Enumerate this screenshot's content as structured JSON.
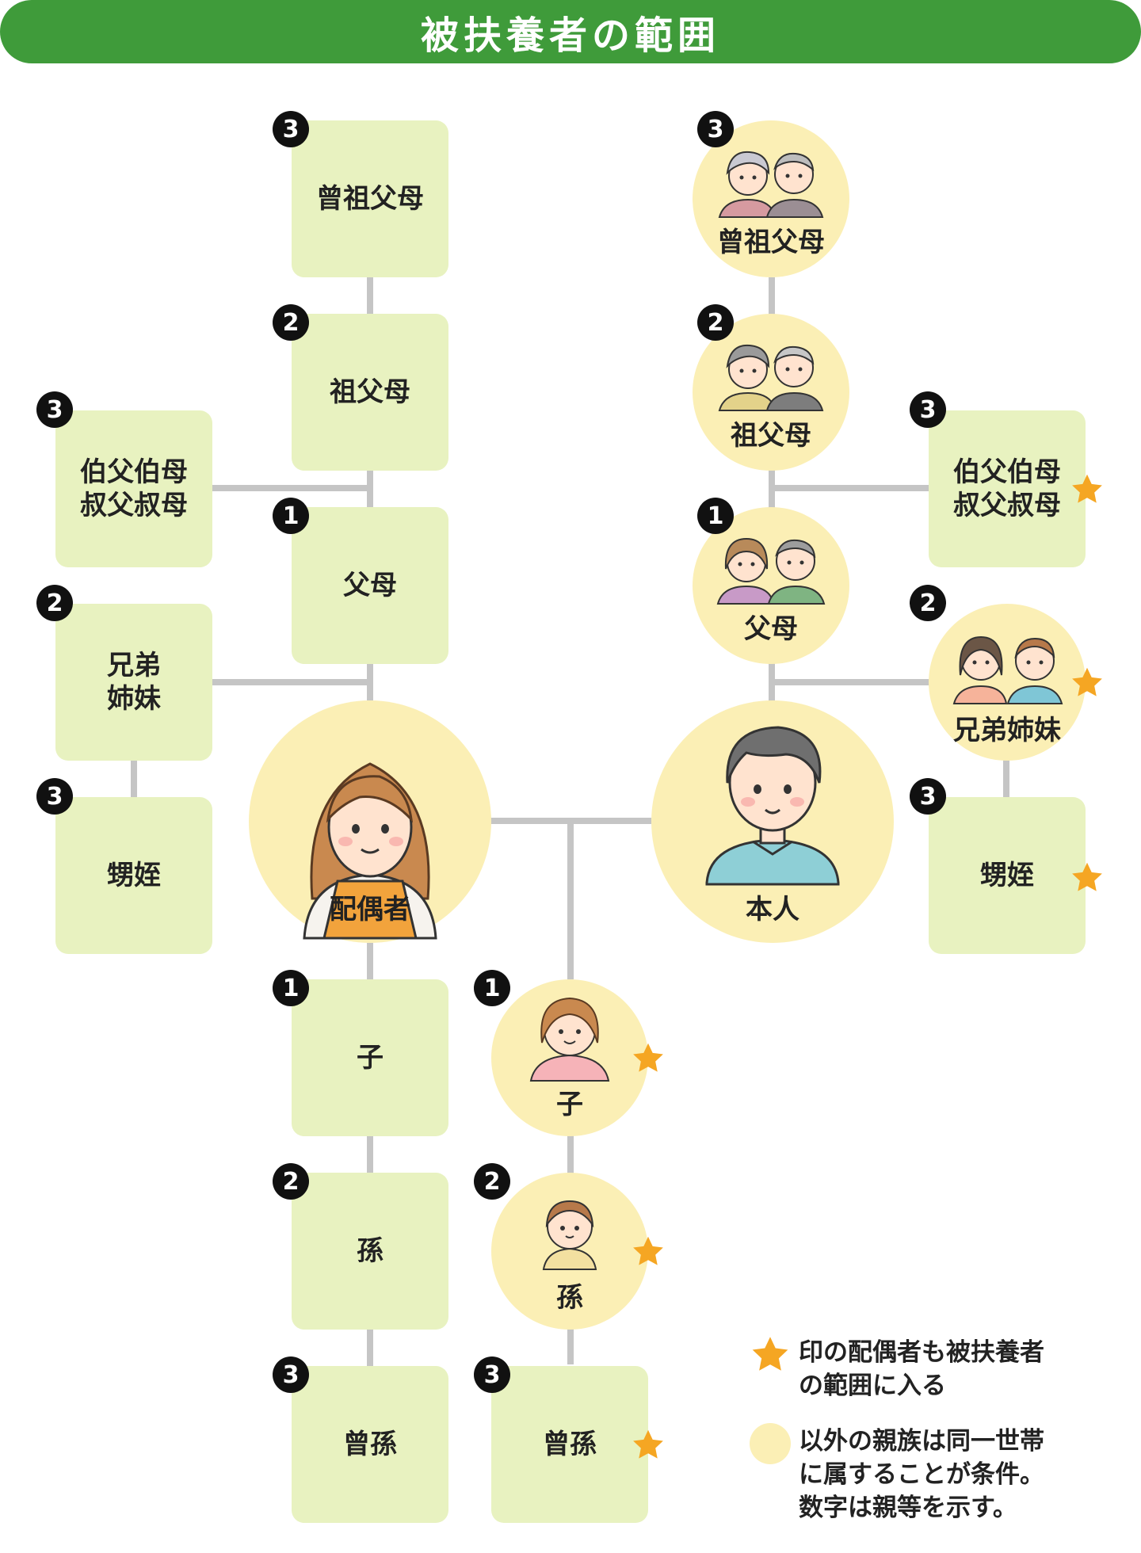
{
  "title": "被扶養者の範囲",
  "spouse_side": {
    "great_grandparents": {
      "degree": "3",
      "label": "曾祖父母"
    },
    "grandparents": {
      "degree": "2",
      "label": "祖父母"
    },
    "parents": {
      "degree": "1",
      "label": "父母"
    },
    "uncles_aunts": {
      "degree": "3",
      "line1": "伯父伯母",
      "line2": "叔父叔母"
    },
    "siblings": {
      "degree": "2",
      "line1": "兄弟",
      "line2": "姉妹"
    },
    "nephews_nieces": {
      "degree": "3",
      "label": "甥姪"
    },
    "spouse": {
      "label": "配偶者"
    },
    "child": {
      "degree": "1",
      "label": "子"
    },
    "grandchild": {
      "degree": "2",
      "label": "孫"
    },
    "great_grandchild": {
      "degree": "3",
      "label": "曾孫"
    }
  },
  "self_side": {
    "great_grandparents": {
      "degree": "3",
      "label": "曾祖父母"
    },
    "grandparents": {
      "degree": "2",
      "label": "祖父母"
    },
    "parents": {
      "degree": "1",
      "label": "父母"
    },
    "uncles_aunts": {
      "degree": "3",
      "line1": "伯父伯母",
      "line2": "叔父叔母"
    },
    "siblings": {
      "degree": "2",
      "label": "兄弟姉妹"
    },
    "nephews_nieces": {
      "degree": "3",
      "label": "甥姪"
    },
    "self": {
      "label": "本人"
    },
    "child": {
      "degree": "1",
      "label": "子"
    },
    "grandchild": {
      "degree": "2",
      "label": "孫"
    },
    "great_grandchild": {
      "degree": "3",
      "label": "曾孫"
    }
  },
  "legend": {
    "star_line1": "印の配偶者も被扶養者",
    "star_line2": "の範囲に入る",
    "circle_line1": "以外の親族は同一世帯",
    "circle_line2": "に属することが条件。",
    "circle_line3": "数字は親等を示す。"
  },
  "colors": {
    "header": "#3f9b3a",
    "box_fill": "#e8f2c0",
    "circle_fill": "#fbefb5",
    "star": "#f5a623",
    "connector": "#c5c5c5"
  }
}
